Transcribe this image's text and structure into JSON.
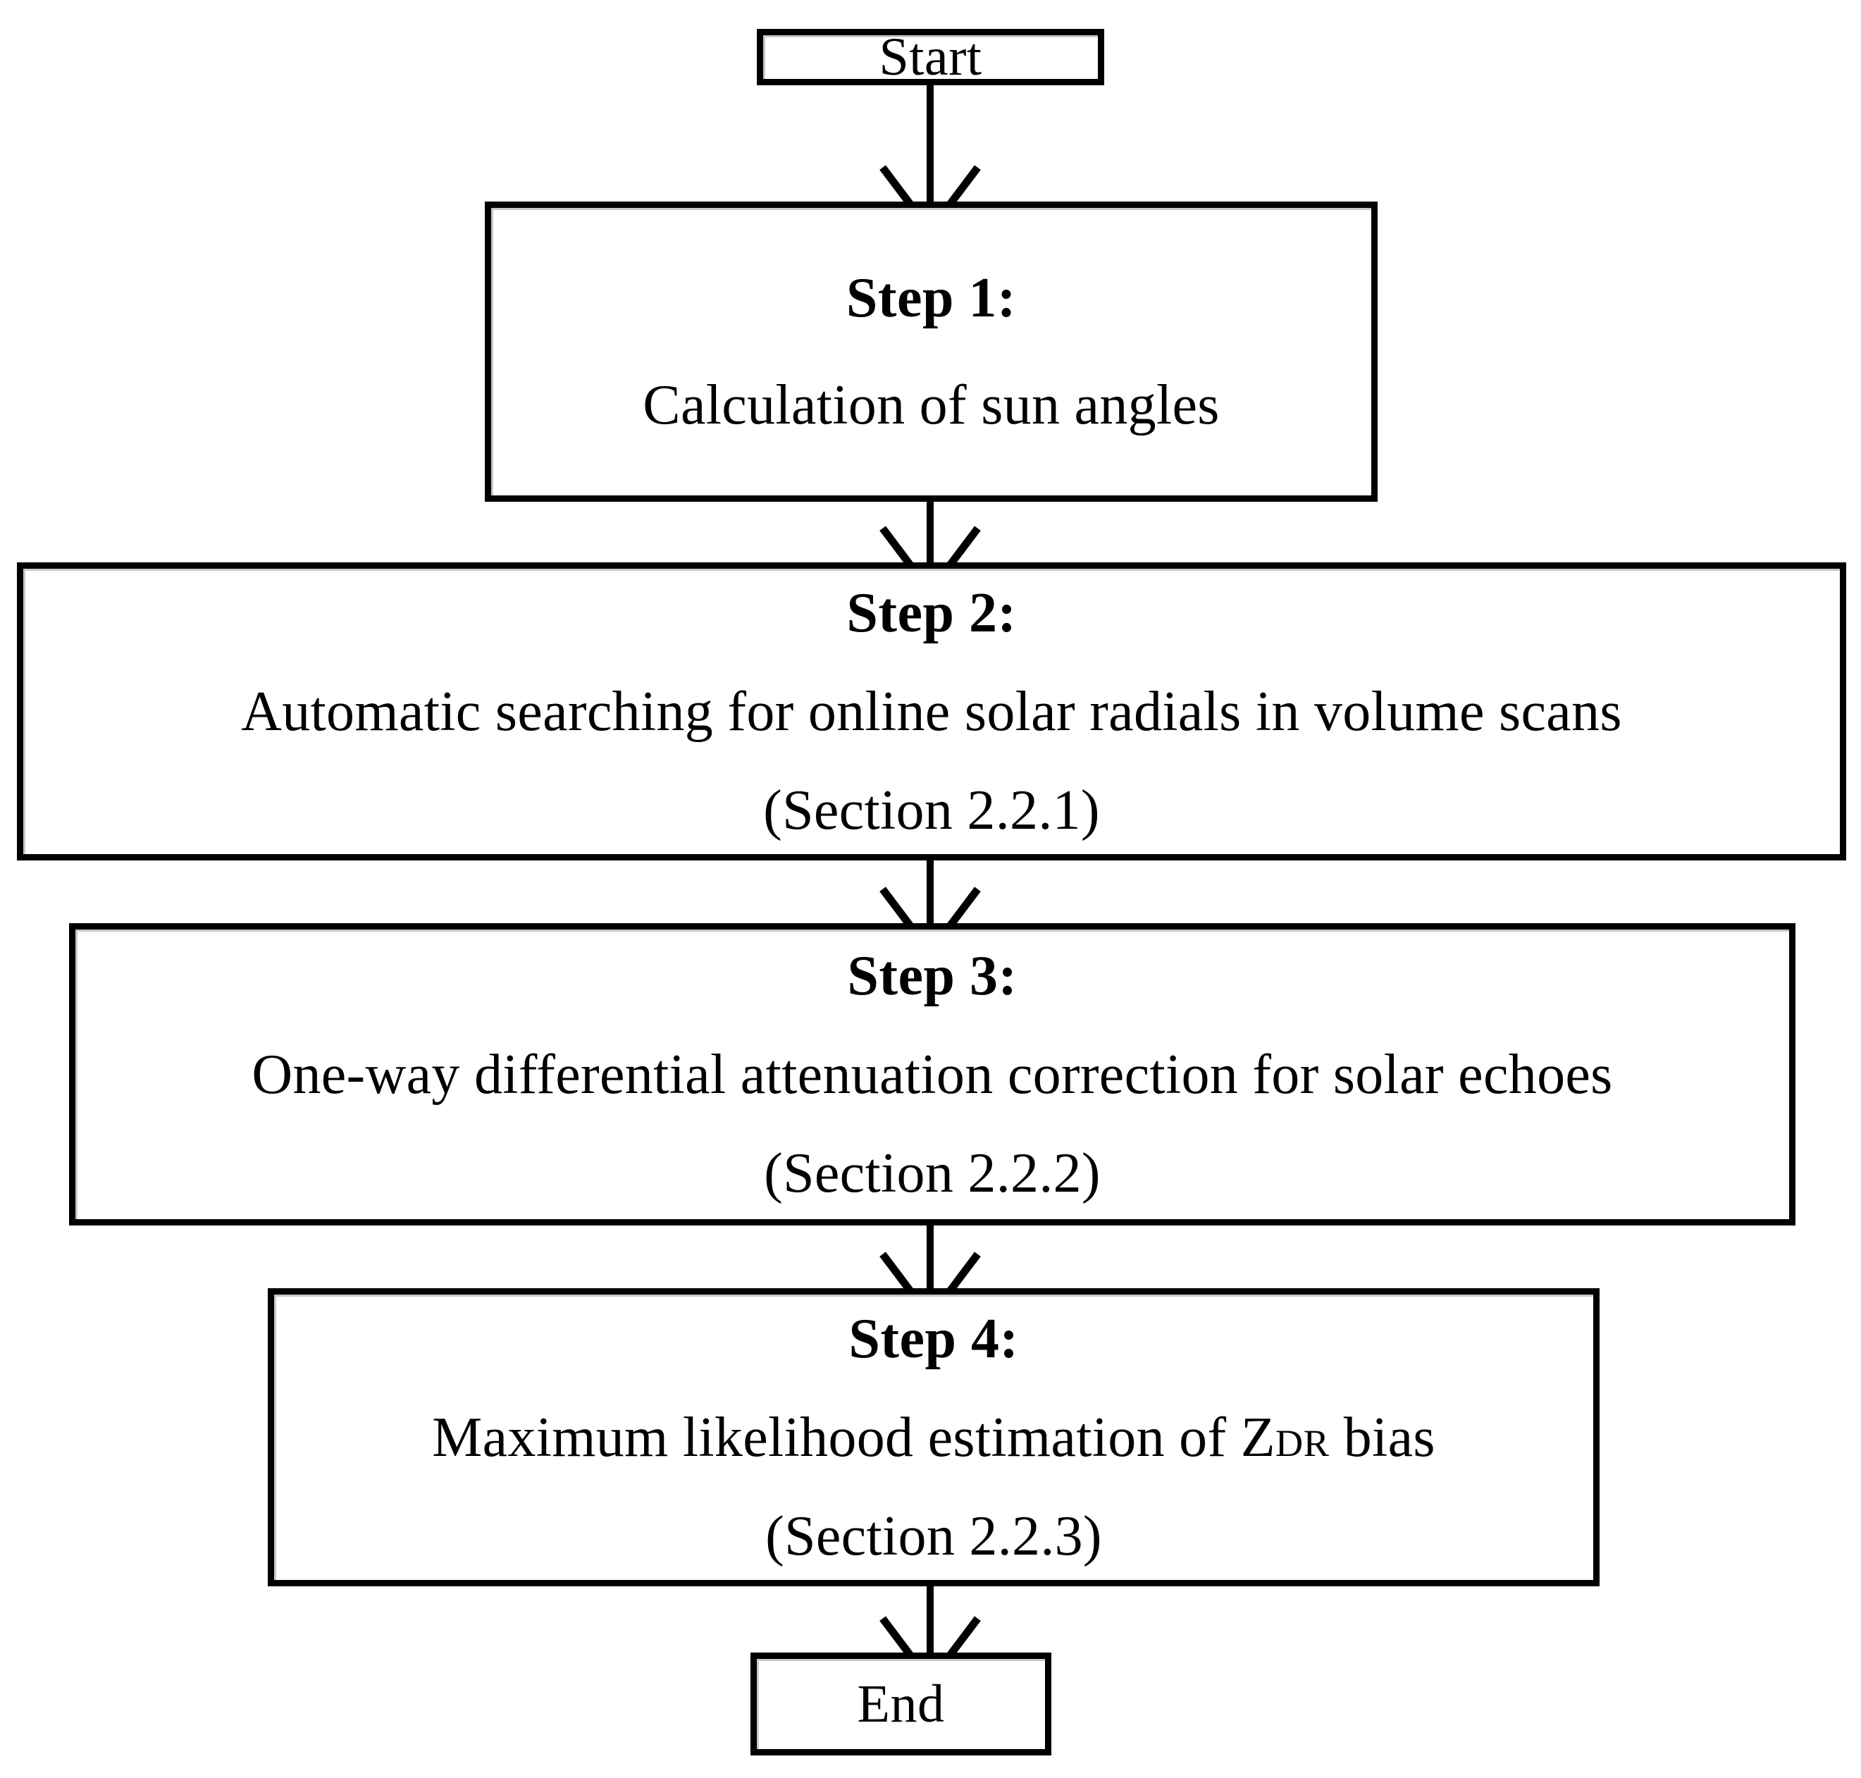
{
  "diagram": {
    "type": "flowchart",
    "orientation": "vertical",
    "background_color": "#ffffff",
    "stroke_color": "#000000",
    "nodes": [
      {
        "id": "start",
        "kind": "terminal",
        "label": "Start"
      },
      {
        "id": "step1",
        "kind": "process",
        "heading": "Step 1:",
        "body": "Calculation of sun angles",
        "section": ""
      },
      {
        "id": "step2",
        "kind": "process",
        "heading": "Step 2:",
        "body": "Automatic searching for online solar radials in volume scans",
        "section": "(Section 2.2.1)"
      },
      {
        "id": "step3",
        "kind": "process",
        "heading": "Step 3:",
        "body": "One-way differential attenuation correction for solar echoes",
        "section": "(Section 2.2.2)"
      },
      {
        "id": "step4",
        "kind": "process",
        "heading": "Step 4:",
        "body_prefix": "Maximum likelihood estimation of Z",
        "body_subscript": "DR",
        "body_suffix": " bias",
        "section": "(Section 2.2.3)"
      },
      {
        "id": "end",
        "kind": "terminal",
        "label": "End"
      }
    ],
    "connectors": [
      {
        "id": "c1",
        "from": "start",
        "to": "step1",
        "arrowhead": "open-v"
      },
      {
        "id": "c2",
        "from": "step1",
        "to": "step2",
        "arrowhead": "open-v"
      },
      {
        "id": "c3",
        "from": "step2",
        "to": "step3",
        "arrowhead": "open-v"
      },
      {
        "id": "c4",
        "from": "step3",
        "to": "step4",
        "arrowhead": "open-v"
      },
      {
        "id": "c5",
        "from": "step4",
        "to": "end",
        "arrowhead": "open-v"
      }
    ]
  }
}
